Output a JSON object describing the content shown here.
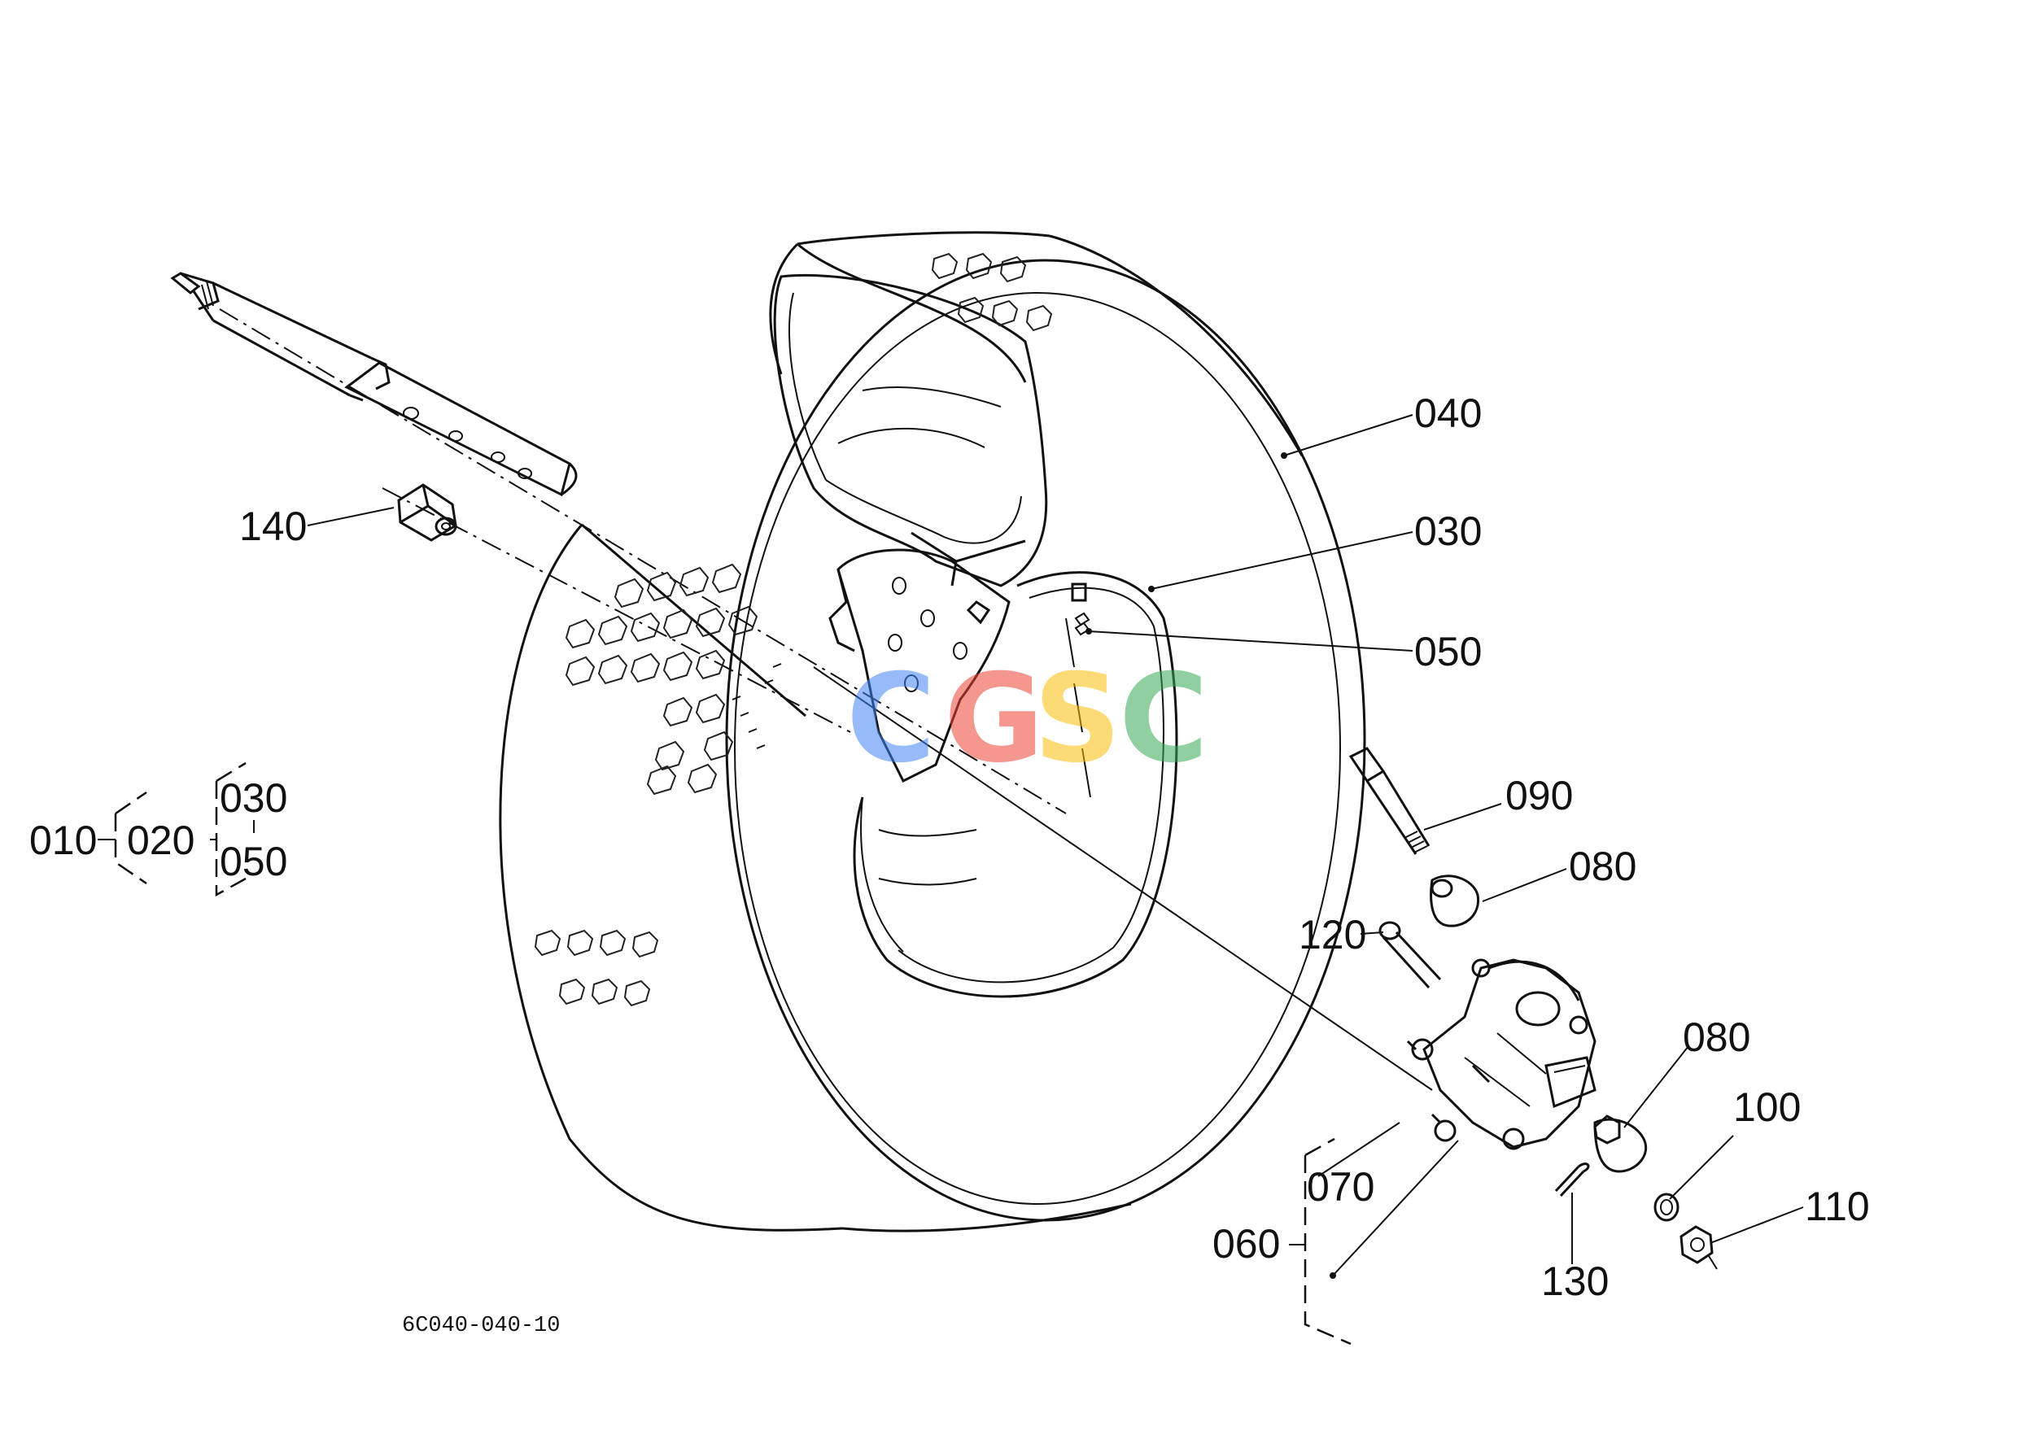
{
  "document": {
    "drawing_code": "6C040-040-10",
    "watermark": {
      "text": "CGSC",
      "letters": [
        {
          "char": "C",
          "color": "#4285f4"
        },
        {
          "char": "G",
          "color": "#ea4335"
        },
        {
          "char": "S",
          "color": "#fbbc05"
        },
        {
          "char": "C",
          "color": "#34a853"
        }
      ]
    }
  },
  "callouts": {
    "c040": "040",
    "c030": "030",
    "c050": "050",
    "c140": "140",
    "c090": "090",
    "c080_top": "080",
    "c120": "120",
    "c080_bottom": "080",
    "c100": "100",
    "c110": "110",
    "c070": "070",
    "c060": "060",
    "c130": "130"
  },
  "assembly_tree": {
    "root": "010",
    "sub": "020",
    "top_child": "030",
    "bottom_child": "050"
  }
}
